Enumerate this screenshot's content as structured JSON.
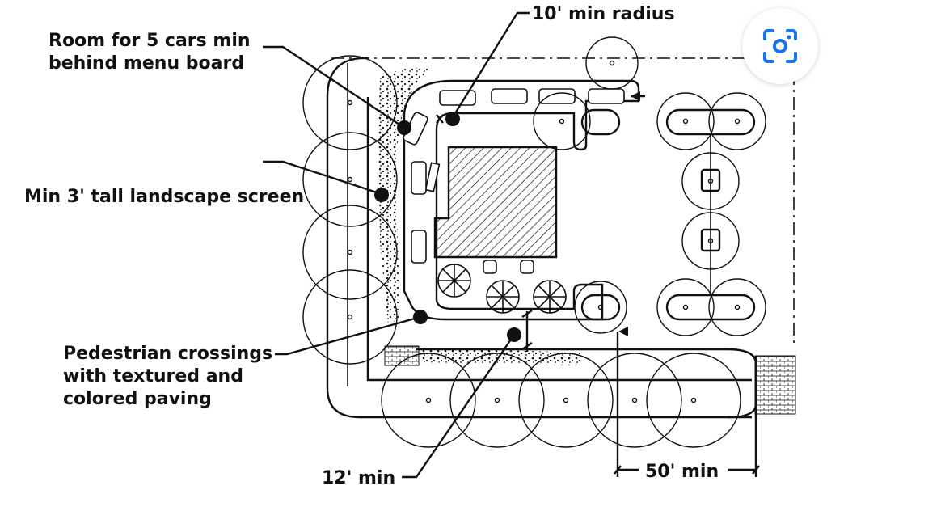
{
  "labels": {
    "radius": "10' min radius",
    "cars_line1": "Room for 5 cars min",
    "cars_line2": "behind menu board",
    "screen": "Min 3' tall landscape screen",
    "ped_line1": "Pedestrian crossings",
    "ped_line2": "with textured and",
    "ped_line3": "colored paving",
    "twelve": "12' min",
    "fifty": "50' min"
  },
  "lens_button": {
    "icon": "visual-search-lens-icon",
    "color": "#1a73e8"
  }
}
